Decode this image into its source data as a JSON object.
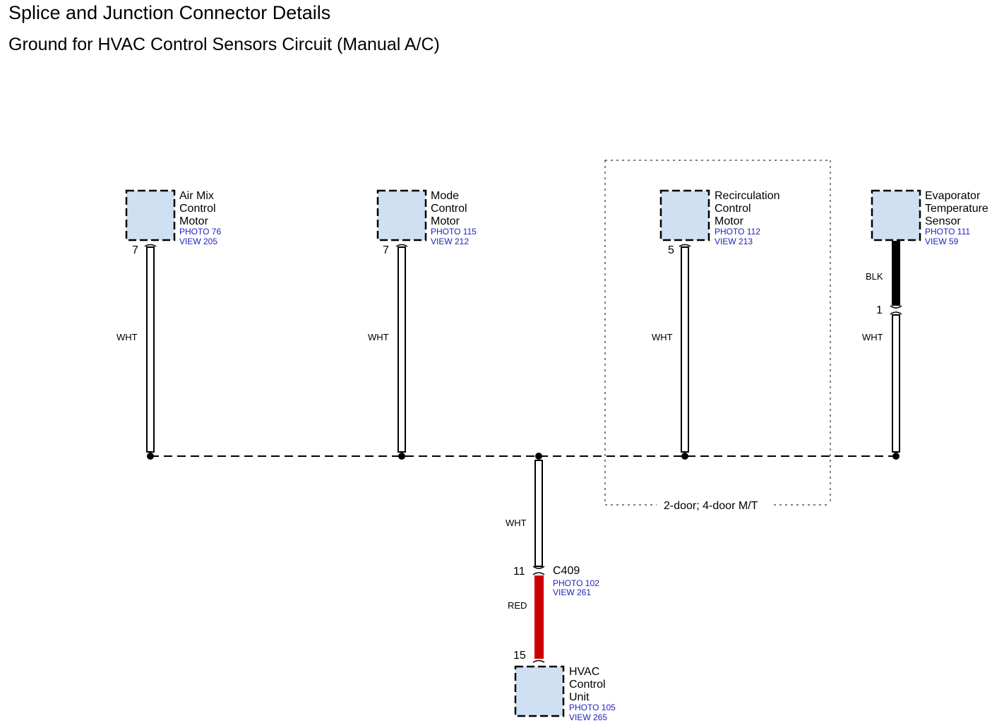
{
  "title": "Splice and Junction Connector Details",
  "subtitle": "Ground for HVAC Control Sensors Circuit (Manual A/C)",
  "components": {
    "air_mix": {
      "name": [
        "Air Mix",
        "Control",
        "Motor"
      ],
      "photo": "PHOTO 76",
      "view": "VIEW 205",
      "pin": "7",
      "wire": "WHT"
    },
    "mode": {
      "name": [
        "Mode",
        "Control",
        "Motor"
      ],
      "photo": "PHOTO 115",
      "view": "VIEW 212",
      "pin": "7",
      "wire": "WHT"
    },
    "recirc": {
      "name": [
        "Recirculation",
        "Control",
        "Motor"
      ],
      "photo": "PHOTO 112",
      "view": "VIEW 213",
      "pin": "5",
      "wire": "WHT"
    },
    "evap": {
      "name": [
        "Evaporator",
        "Temperature",
        "Sensor"
      ],
      "photo": "PHOTO 111",
      "view": "VIEW 59",
      "wire_top": "BLK",
      "pin": "1",
      "wire": "WHT"
    },
    "c409": {
      "name": "C409",
      "photo": "PHOTO 102",
      "view": "VIEW 261",
      "pin": "11",
      "wire_top": "WHT",
      "wire_bottom": "RED"
    },
    "hvac": {
      "name": [
        "HVAC",
        "Control",
        "Unit"
      ],
      "photo": "PHOTO 105",
      "view": "VIEW 265",
      "pin": "15"
    }
  },
  "option_note": "2-door; 4-door M/T",
  "colors": {
    "box_fill": "#cfe0f3",
    "link": "#2020c0",
    "red_wire": "#cc0000",
    "black_wire": "#000000"
  }
}
